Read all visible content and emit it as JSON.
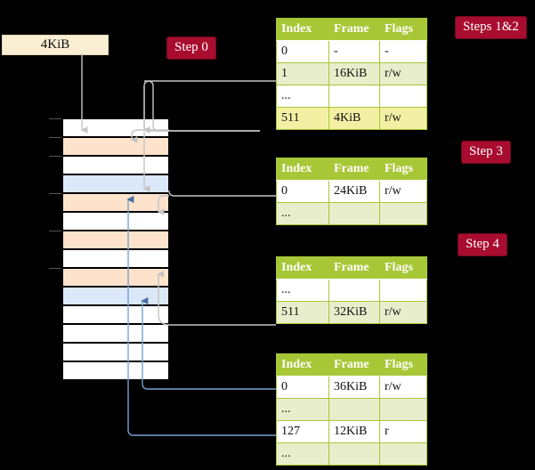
{
  "labels": {
    "size_box": "4KiB",
    "step0": "Step 0",
    "steps12": "Steps 1&2",
    "step3": "Step 3",
    "step4": "Step 4"
  },
  "columns": [
    "Index",
    "Frame",
    "Flags"
  ],
  "tables": [
    {
      "name": "pml4-table",
      "rows": [
        {
          "index": "0",
          "frame": "-",
          "flags": "-",
          "style": "plain",
          "highlight": false
        },
        {
          "index": "1",
          "frame": "16KiB",
          "flags": "r/w",
          "style": "alt",
          "highlight": false
        },
        {
          "index": "...",
          "frame": "",
          "flags": "",
          "style": "plain",
          "highlight": false
        },
        {
          "index": "511",
          "frame": "4KiB",
          "flags": "r/w",
          "style": "alt",
          "highlight": true
        }
      ]
    },
    {
      "name": "pdpt-table",
      "rows": [
        {
          "index": "0",
          "frame": "24KiB",
          "flags": "r/w",
          "style": "plain",
          "highlight": false
        },
        {
          "index": "...",
          "frame": "",
          "flags": "",
          "style": "alt",
          "highlight": false
        }
      ]
    },
    {
      "name": "pd-table",
      "rows": [
        {
          "index": "...",
          "frame": "",
          "flags": "",
          "style": "plain",
          "highlight": false
        },
        {
          "index": "511",
          "frame": "32KiB",
          "flags": "r/w",
          "style": "alt",
          "highlight": false
        }
      ]
    },
    {
      "name": "pt-table",
      "rows": [
        {
          "index": "0",
          "frame": "36KiB",
          "flags": "r/w",
          "style": "plain",
          "highlight": false
        },
        {
          "index": "...",
          "frame": "",
          "flags": "",
          "style": "alt",
          "highlight": false
        },
        {
          "index": "127",
          "frame": "12KiB",
          "flags": "r",
          "style": "plain",
          "highlight": false
        },
        {
          "index": "...",
          "frame": "",
          "flags": "",
          "style": "alt",
          "highlight": false
        }
      ]
    }
  ],
  "memory_rows": [
    {
      "fill": "white",
      "tick": true
    },
    {
      "fill": "orange",
      "tick": true
    },
    {
      "fill": "white",
      "tick": true
    },
    {
      "fill": "blue",
      "tick": false
    },
    {
      "fill": "orange",
      "tick": true
    },
    {
      "fill": "white",
      "tick": false
    },
    {
      "fill": "orange",
      "tick": true
    },
    {
      "fill": "white",
      "tick": false
    },
    {
      "fill": "orange",
      "tick": true
    },
    {
      "fill": "blue",
      "tick": false
    },
    {
      "fill": "white",
      "tick": false
    },
    {
      "fill": "white",
      "tick": false
    },
    {
      "fill": "white",
      "tick": false
    },
    {
      "fill": "white",
      "tick": false
    }
  ],
  "colors": {
    "badge": "#a80c2e",
    "table_header": "#a8c736",
    "table_alt_row": "#e8eecb",
    "highlight": "#fbf6a0",
    "memory_orange": "#fde3cb",
    "memory_blue": "#dbe8f7",
    "box_cream": "#fbefd3",
    "connector_gray": "#b9b9b9",
    "connector_blue": "#7b9fd0",
    "background": "#000000"
  }
}
